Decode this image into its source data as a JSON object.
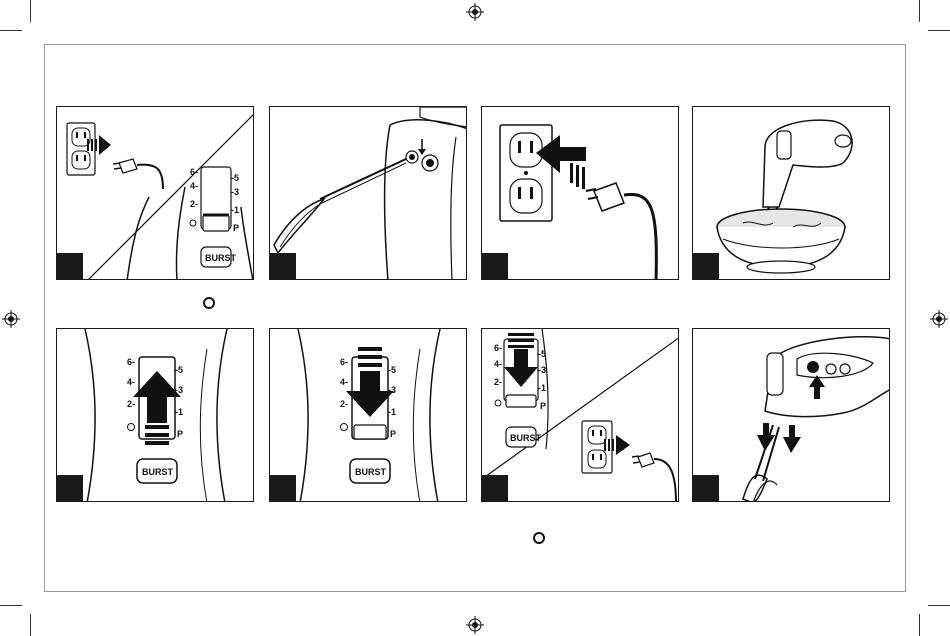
{
  "panels": [
    {
      "id": 1,
      "scene": "unplug-outlet-and-slider"
    },
    {
      "id": 2,
      "scene": "insert-beaters"
    },
    {
      "id": 3,
      "scene": "plug-into-outlet"
    },
    {
      "id": 4,
      "scene": "mixer-in-bowl"
    },
    {
      "id": 5,
      "scene": "slider-up"
    },
    {
      "id": 6,
      "scene": "slider-down"
    },
    {
      "id": 7,
      "scene": "slider-down-and-unplug"
    },
    {
      "id": 8,
      "scene": "eject-beaters"
    }
  ],
  "speed_control": {
    "left_labels": [
      "6-",
      "4-",
      "2-"
    ],
    "right_labels": [
      "-5",
      "-3",
      "-1",
      "P"
    ],
    "burst_label": "BURST"
  },
  "off_position_symbols": [
    "off-circle-row-1",
    "off-circle-row-2"
  ],
  "colors": {
    "ink": "#1a1a1a",
    "frame": "#9a9a9a",
    "water": "#e6e6e6"
  }
}
